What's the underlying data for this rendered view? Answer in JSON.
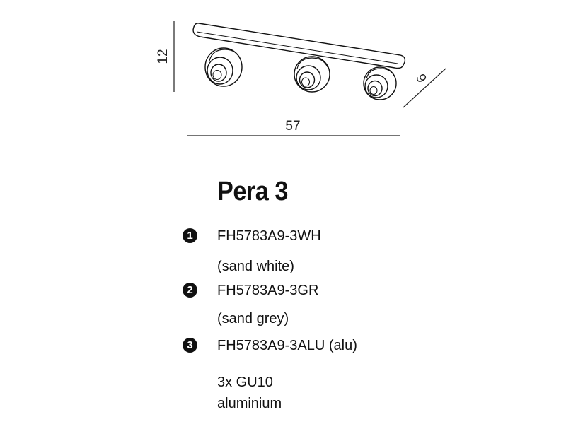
{
  "dimensions": {
    "height": "12",
    "width": "57",
    "depth": "9"
  },
  "product": {
    "name": "Pera 3"
  },
  "variants": [
    {
      "badge": "1",
      "code": "FH5783A9-3WH",
      "color": "(sand white)"
    },
    {
      "badge": "2",
      "code": "FH5783A9-3GR",
      "color": "(sand grey)"
    },
    {
      "badge": "3",
      "code": "FH5783A9-3ALU (alu)"
    }
  ],
  "specs": {
    "bulbs": "3x GU10",
    "material": "aluminium"
  },
  "colors": {
    "ink": "#111111",
    "background": "#ffffff"
  },
  "icons": [
    "ceiling-spotlight-drawing",
    "numbered-circle-badge"
  ]
}
